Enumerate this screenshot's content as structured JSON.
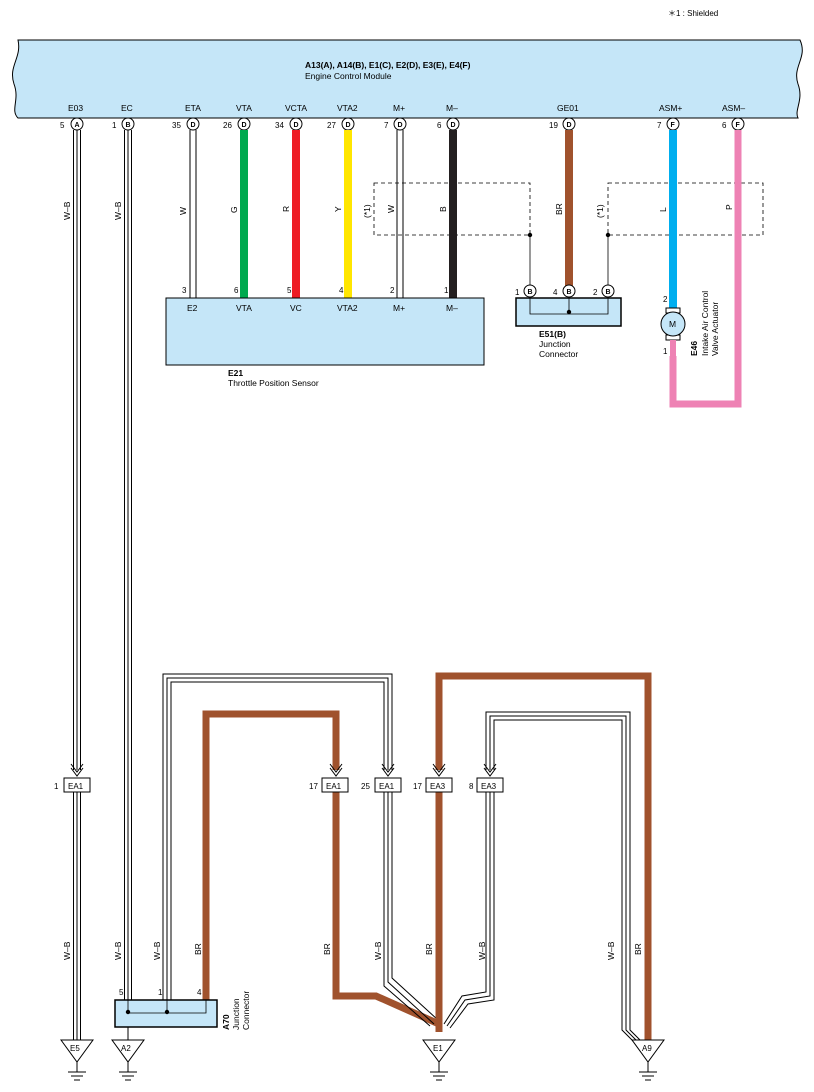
{
  "note": "＊1 : Shielded",
  "ecm": {
    "title": "A13(A), A14(B), E1(C), E2(D), E3(E), E4(F)",
    "subtitle": "Engine Control Module",
    "terminals": [
      {
        "name": "E03",
        "num": "5",
        "conn": "A"
      },
      {
        "name": "EC",
        "num": "1",
        "conn": "B"
      },
      {
        "name": "ETA",
        "num": "35",
        "conn": "D"
      },
      {
        "name": "VTA",
        "num": "26",
        "conn": "D"
      },
      {
        "name": "VCTA",
        "num": "34",
        "conn": "D"
      },
      {
        "name": "VTA2",
        "num": "27",
        "conn": "D"
      },
      {
        "name": "M+",
        "num": "7",
        "conn": "D"
      },
      {
        "name": "M–",
        "num": "6",
        "conn": "D"
      },
      {
        "name": "GE01",
        "num": "19",
        "conn": "D"
      },
      {
        "name": "ASM+",
        "num": "7",
        "conn": "F"
      },
      {
        "name": "ASM–",
        "num": "6",
        "conn": "F"
      }
    ]
  },
  "wire_colors": {
    "E03": "W–B",
    "EC": "W–B",
    "ETA": "W",
    "VTA": "G",
    "VCTA": "R",
    "VTA2": "Y",
    "shield": "(*1)",
    "Mplus": "W",
    "Mminus": "B",
    "GE01": "BR",
    "ASMplus": "L",
    "ASMminus": "P"
  },
  "colors": {
    "module_fill": "#c5e6f8",
    "green": "#00a94f",
    "red": "#ee1c25",
    "yellow": "#ffe600",
    "black": "#231f20",
    "brown": "#a0522d",
    "blue": "#00aeef",
    "pink": "#ee82b4"
  },
  "tps": {
    "code": "E21",
    "name": "Throttle Position Sensor",
    "pins": [
      {
        "num": "3",
        "label": "E2"
      },
      {
        "num": "6",
        "label": "VTA"
      },
      {
        "num": "5",
        "label": "VC"
      },
      {
        "num": "4",
        "label": "VTA2"
      },
      {
        "num": "2",
        "label": "M+"
      },
      {
        "num": "1",
        "label": "M–"
      }
    ]
  },
  "e51": {
    "code": "E51(B)",
    "name1": "Junction",
    "name2": "Connector",
    "pin_left": "1",
    "pin_mid": "4",
    "pin_right": "2",
    "conn": "B"
  },
  "e46": {
    "code": "E46",
    "name1": "Intake Air Control",
    "name2": "Valve Actuator",
    "pin_top": "2",
    "pin_bottom": "1",
    "motor": "M"
  },
  "a70": {
    "code": "A70",
    "name1": "Junction",
    "name2": "Connector",
    "pin5": "5",
    "pin1": "1",
    "pin4": "4"
  },
  "junctions": [
    {
      "num": "1",
      "label": "EA1"
    },
    {
      "num": "17",
      "label": "EA1"
    },
    {
      "num": "25",
      "label": "EA1"
    },
    {
      "num": "17",
      "label": "EA3"
    },
    {
      "num": "8",
      "label": "EA3"
    }
  ],
  "lower_wires": {
    "wb": "W–B",
    "br": "BR"
  },
  "grounds": [
    "E5",
    "A2",
    "E1",
    "A9"
  ]
}
